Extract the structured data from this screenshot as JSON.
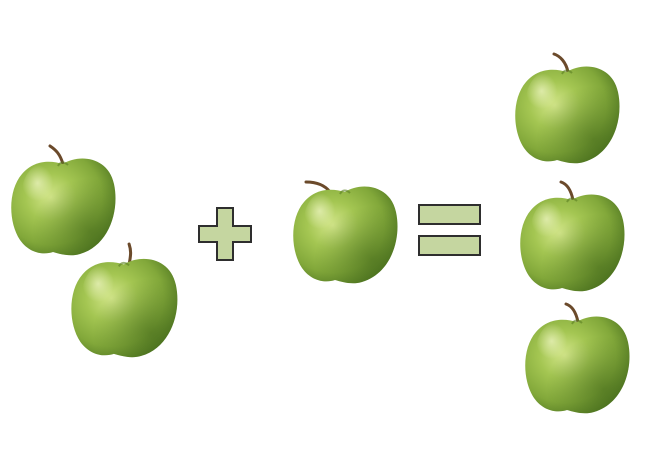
{
  "scene": {
    "description_title": "",
    "apple_color": "#8cb23a",
    "apple_highlight": "#c8dd7a",
    "apple_shadow": "#4f7a1e",
    "stem_color": "#6b4a2b",
    "operator_fill": "#c5d6a0",
    "operator_stroke": "#2e2e2e"
  },
  "equation": {
    "left_group_count": 2,
    "operator_1": "plus",
    "middle_group_count": 1,
    "operator_2": "equals",
    "result_group_count": 3
  }
}
